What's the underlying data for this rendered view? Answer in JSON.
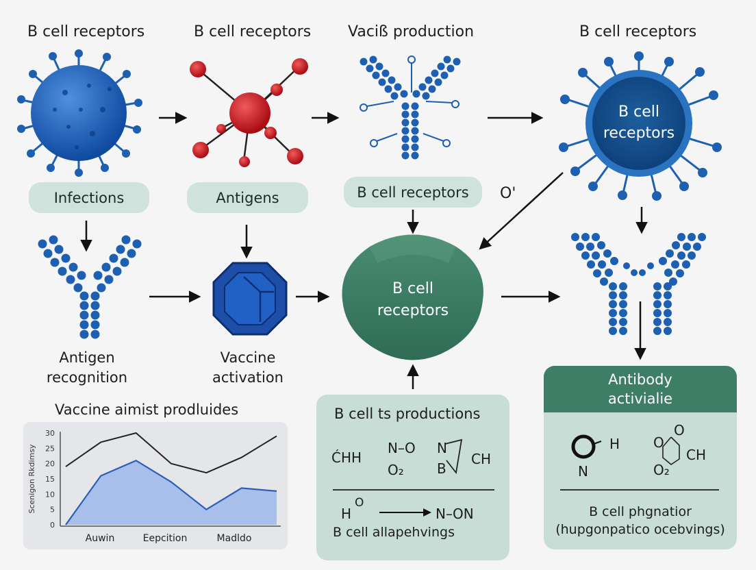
{
  "colors": {
    "background": "#f4f5f4",
    "pill": "#cfe3dc",
    "panel": "#c7ddd5",
    "green_dark": "#3e7d66",
    "blue": "#1d5fb0",
    "red": "#c8101a"
  },
  "top_titles": [
    "B cell receptors",
    "B cell receptors",
    "Vaciß production",
    "B cell receptors"
  ],
  "pills": {
    "infections": "Infections",
    "antigens": "Antigens",
    "receptors": "B cell receptors"
  },
  "stray_label": "O'",
  "hub_label": "B cell\nreceptors",
  "cell_label": "B cell\nreceptors",
  "captions": {
    "antigen_recognition": "Antigen\nrecognition",
    "vaccine_activation": "Vaccine\nactivation"
  },
  "chart_title": "Vaccine aimist prodluides",
  "chart_data": {
    "type": "line",
    "title": "Vaccine aimist prodluides",
    "ylabel": "Scenigon Rkdimsy",
    "xlabel": "",
    "ylim": [
      0,
      30
    ],
    "yticks": [
      "30",
      "25",
      "20",
      "15",
      "10",
      "5",
      "0"
    ],
    "x_labels": [
      "Auwin",
      "Eepcition",
      "Madldo"
    ],
    "series": [
      {
        "values": [
          19,
          27,
          30,
          20,
          17,
          22,
          29
        ]
      },
      {
        "values": [
          0,
          16,
          21,
          14,
          5,
          12,
          11
        ]
      }
    ]
  },
  "production_panel": {
    "title": "B cell ts productions",
    "formulas": [
      "ĆHH",
      "N–O",
      "O₂",
      "N",
      "B",
      "CH",
      "H",
      "O",
      "N–ON"
    ],
    "footer": "B cell allapehvings"
  },
  "antibody_panel": {
    "title": "Antibody\nactivialie",
    "formulas": [
      "H",
      "N",
      "O",
      "O",
      "CH",
      "O₂"
    ],
    "footer": "B cell phgnatior\n(hupgonpatico ocebvings)"
  }
}
